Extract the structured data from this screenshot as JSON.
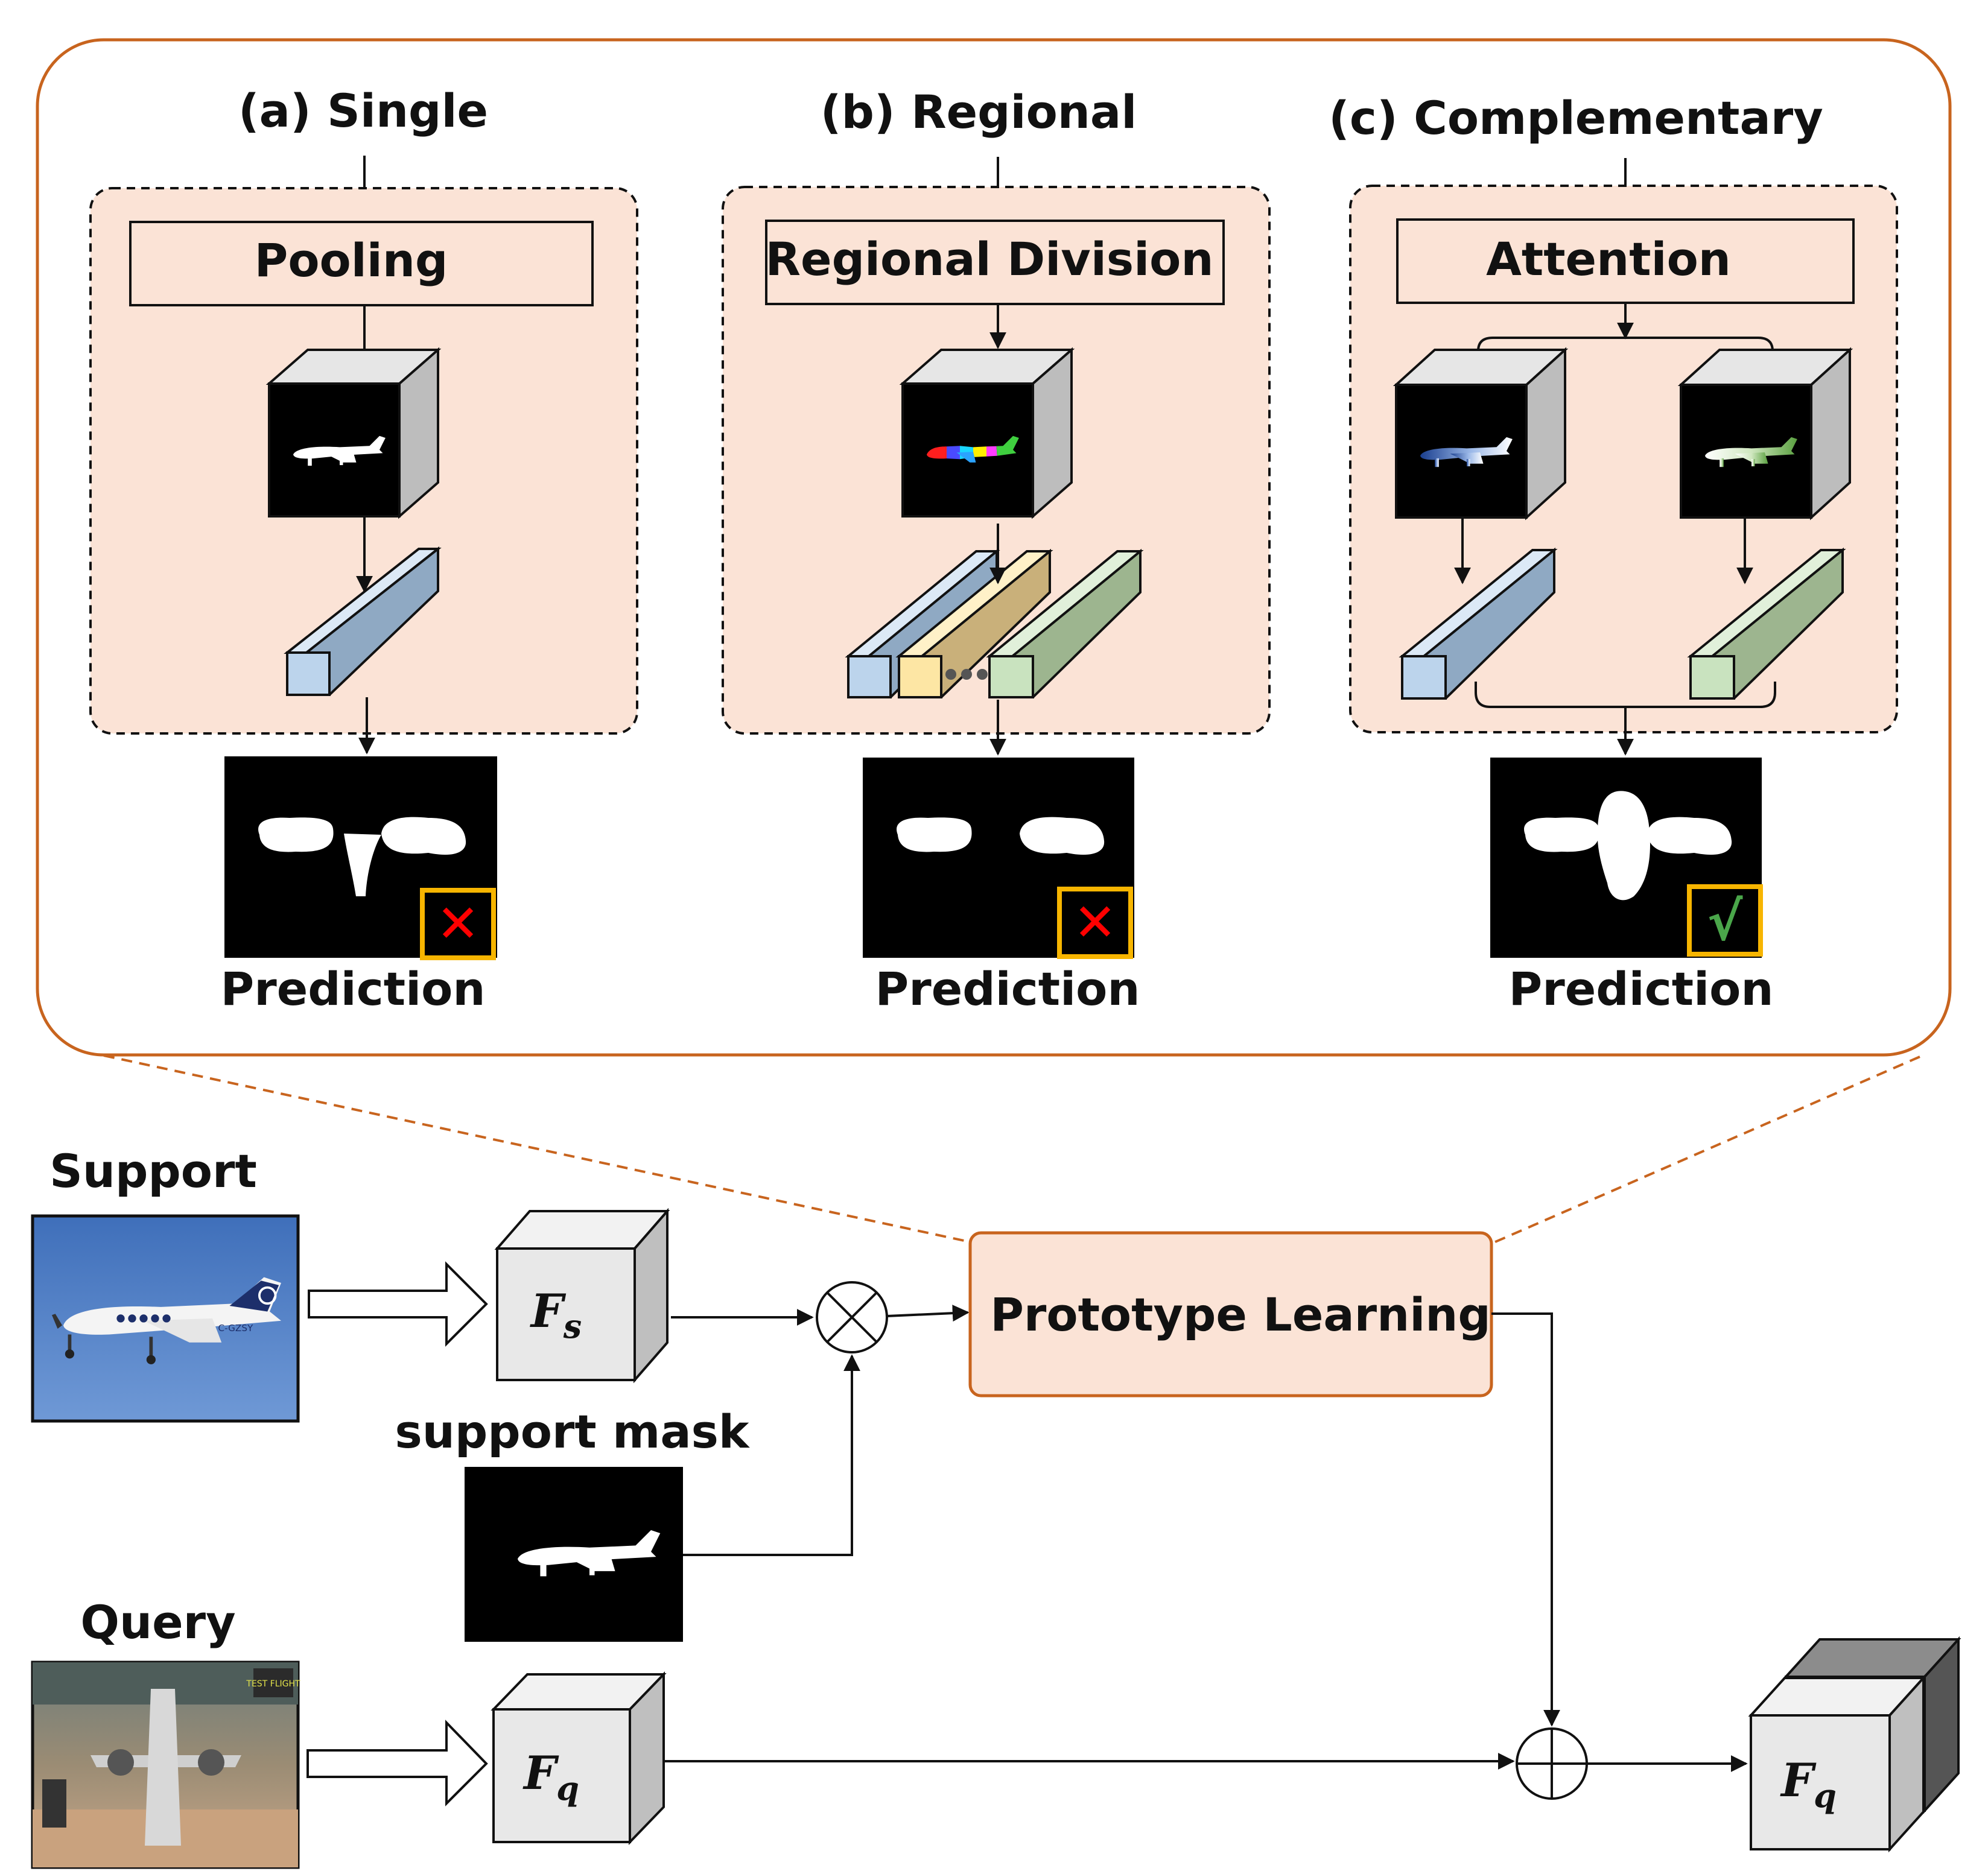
{
  "panel": {
    "single": {
      "title": "(a) Single",
      "module": "Pooling",
      "prediction_label": "Prediction",
      "verdict_mark": "✕"
    },
    "regional": {
      "title": "(b) Regional",
      "module": "Regional Division",
      "prediction_label": "Prediction",
      "verdict_mark": "✕"
    },
    "complementary": {
      "title": "(c) Complementary",
      "module": "Attention",
      "prediction_label": "Prediction",
      "verdict_mark": "√"
    }
  },
  "pipeline": {
    "support_label": "Support",
    "query_label": "Query",
    "support_mask_label": "support mask",
    "prototype_learning_label": "Prototype Learning",
    "fs_label": {
      "base": "F",
      "sub": "s"
    },
    "fq_label": {
      "base": "F",
      "sub": "q"
    },
    "fq_out_label": {
      "base": "F",
      "sub": "q"
    },
    "support_badge_text": "C-GZSY",
    "query_badge_text": "TEST FLIGHT"
  },
  "colors": {
    "panel_border": "#c8641e",
    "module_fill": "#fbe3d6",
    "module_border": "#c8641e",
    "vec_blue": "#bcd4ec",
    "vec_yellow": "#fde6a4",
    "vec_green": "#c9e3bf",
    "cross_red": "#ff0000",
    "check_green": "#4aa64a",
    "badge_border": "#f7b500",
    "cube_face": "#e8e8e8",
    "cube_top": "#f2f2f2",
    "cube_side": "#bfbfbf",
    "cube_dark": "#707070",
    "support_sky": "#4f7fc4"
  }
}
